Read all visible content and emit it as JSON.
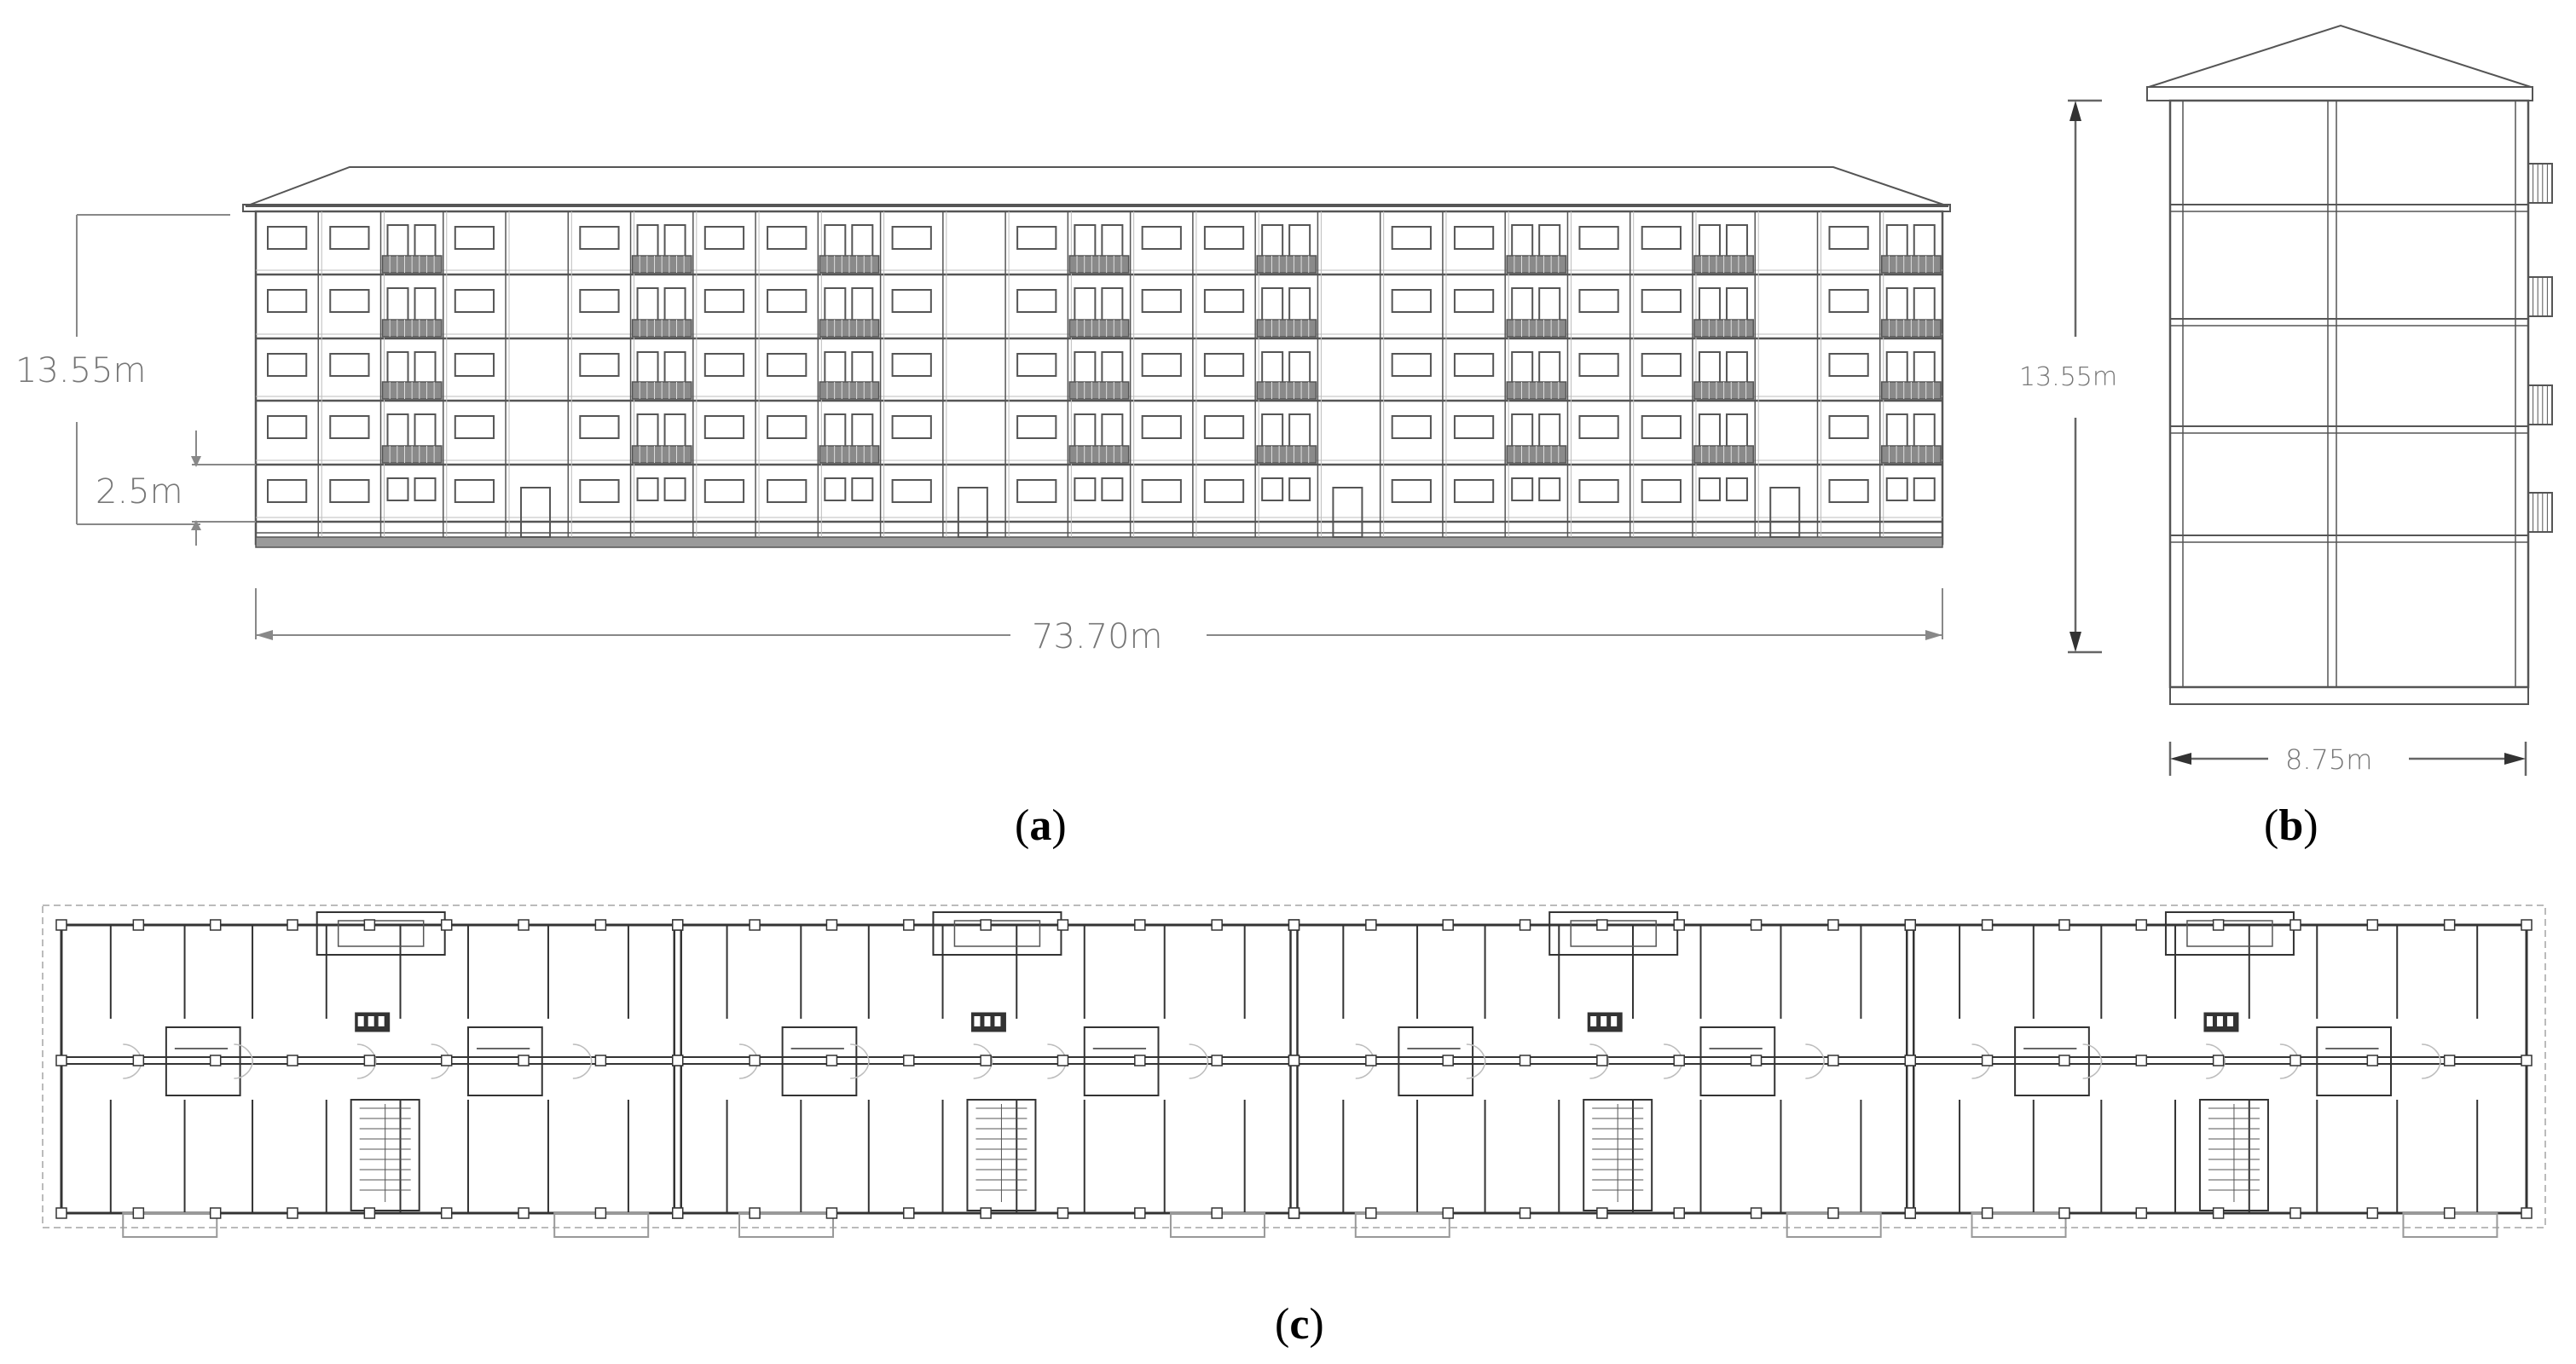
{
  "panels": {
    "a": {
      "label": "a"
    },
    "b": {
      "label": "b"
    },
    "c": {
      "label": "c"
    }
  },
  "front_elevation": {
    "height_label": "13.55m",
    "floor_height_label": "2.5m",
    "length_label": "73.70m",
    "floors": 5,
    "bays": 27
  },
  "side_elevation": {
    "height_label": "13.55m",
    "width_label": "8.75m",
    "floors": 5
  },
  "floor_plan": {
    "modules": 4
  },
  "colors": {
    "line": "#555555",
    "dim": "#777777",
    "balcony": "#8a8a8a",
    "light": "#bdbdbd"
  }
}
